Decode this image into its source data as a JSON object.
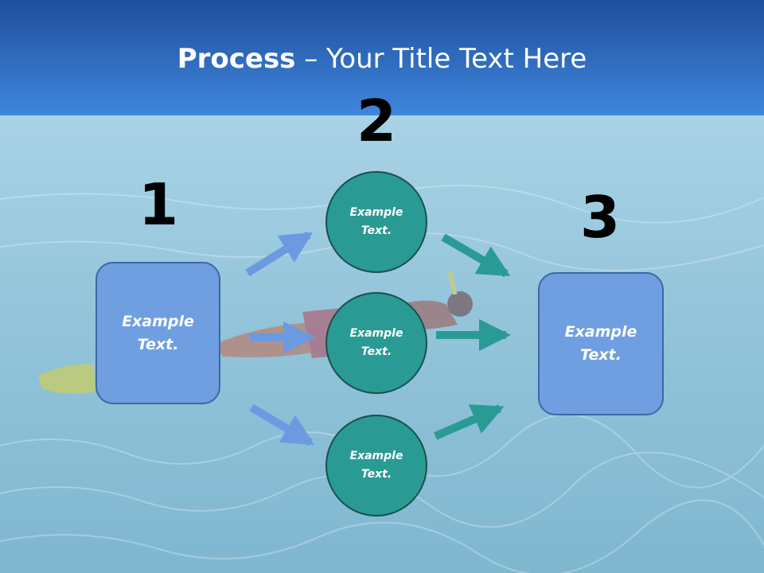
{
  "title": {
    "bold": "Process",
    "rest": " – Your Title Text Here"
  },
  "numbers": [
    "1",
    "2",
    "3"
  ],
  "left_box": {
    "text": "Example Text."
  },
  "circles": [
    {
      "text": "Example Text."
    },
    {
      "text": "Example Text."
    },
    {
      "text": "Example Text."
    }
  ],
  "right_box": {
    "text": "Example Text."
  },
  "colors": {
    "header_blue": "#2f66c1",
    "box_fill": "#6f9fe0",
    "circle_fill": "#2a9a94",
    "arrow_left": "#6b9ae0",
    "arrow_right": "#2a9a94"
  }
}
